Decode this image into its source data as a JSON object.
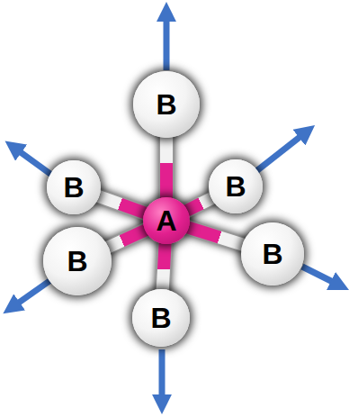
{
  "diagram": {
    "nodes": [
      {
        "text": [
          "B"
        ]
      },
      {
        "text": [
          "B"
        ]
      },
      {
        "text": [
          "B"
        ]
      },
      {
        "text": [
          "A"
        ]
      },
      {
        "text": [
          "B"
        ]
      },
      {
        "text": [
          "B"
        ]
      },
      {
        "text": [
          "B"
        ]
      }
    ],
    "edges": [
      {
        "from": 3,
        "to": 0,
        "arrow": "none"
      },
      {
        "from": 3,
        "to": 1,
        "arrow": "none"
      },
      {
        "from": 3,
        "to": 2,
        "arrow": "none"
      },
      {
        "from": 3,
        "to": 4,
        "arrow": "none"
      },
      {
        "from": 3,
        "to": 5,
        "arrow": "none"
      },
      {
        "from": 3,
        "to": 6,
        "arrow": "none"
      }
    ]
  }
}
